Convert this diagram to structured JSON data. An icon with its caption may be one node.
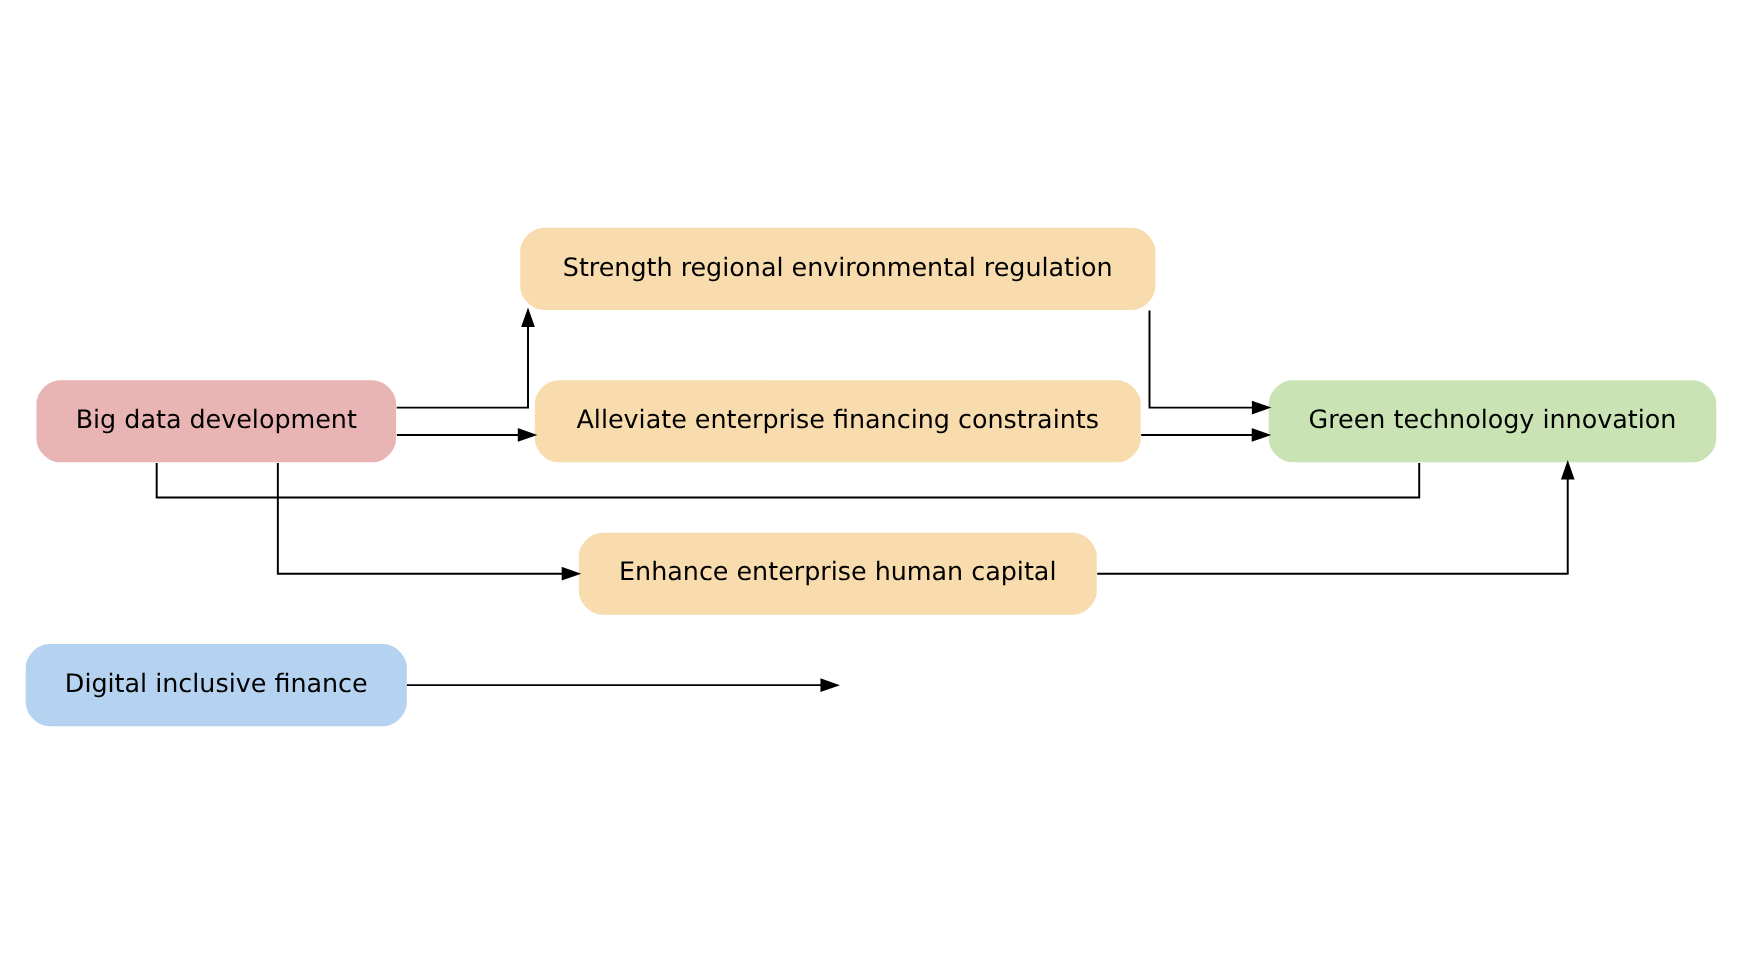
{
  "diagram": {
    "nodes": [
      {
        "text": [
          "Big data development"
        ]
      },
      {
        "text": [
          "Strength regional environmental regulation"
        ]
      },
      {
        "text": [
          "Alleviate enterprise financing constraints"
        ]
      },
      {
        "text": [
          "Enhance enterprise human capital"
        ]
      },
      {
        "text": [
          "Green technology innovation"
        ]
      },
      {
        "text": [
          "Digital inclusive finance"
        ]
      }
    ],
    "edges": [
      {
        "from": 0,
        "to": 1,
        "arrow": "to"
      },
      {
        "from": 0,
        "to": 2,
        "arrow": "to"
      },
      {
        "from": 0,
        "to": 3,
        "arrow": "to"
      },
      {
        "from": 1,
        "to": 4,
        "arrow": "to"
      },
      {
        "from": 2,
        "to": 4,
        "arrow": "to"
      },
      {
        "from": 3,
        "to": 4,
        "arrow": "to"
      },
      {
        "from": 0,
        "to": 4,
        "arrow": "none"
      },
      {
        "from": 5,
        "to": null,
        "arrow": "to"
      }
    ]
  }
}
